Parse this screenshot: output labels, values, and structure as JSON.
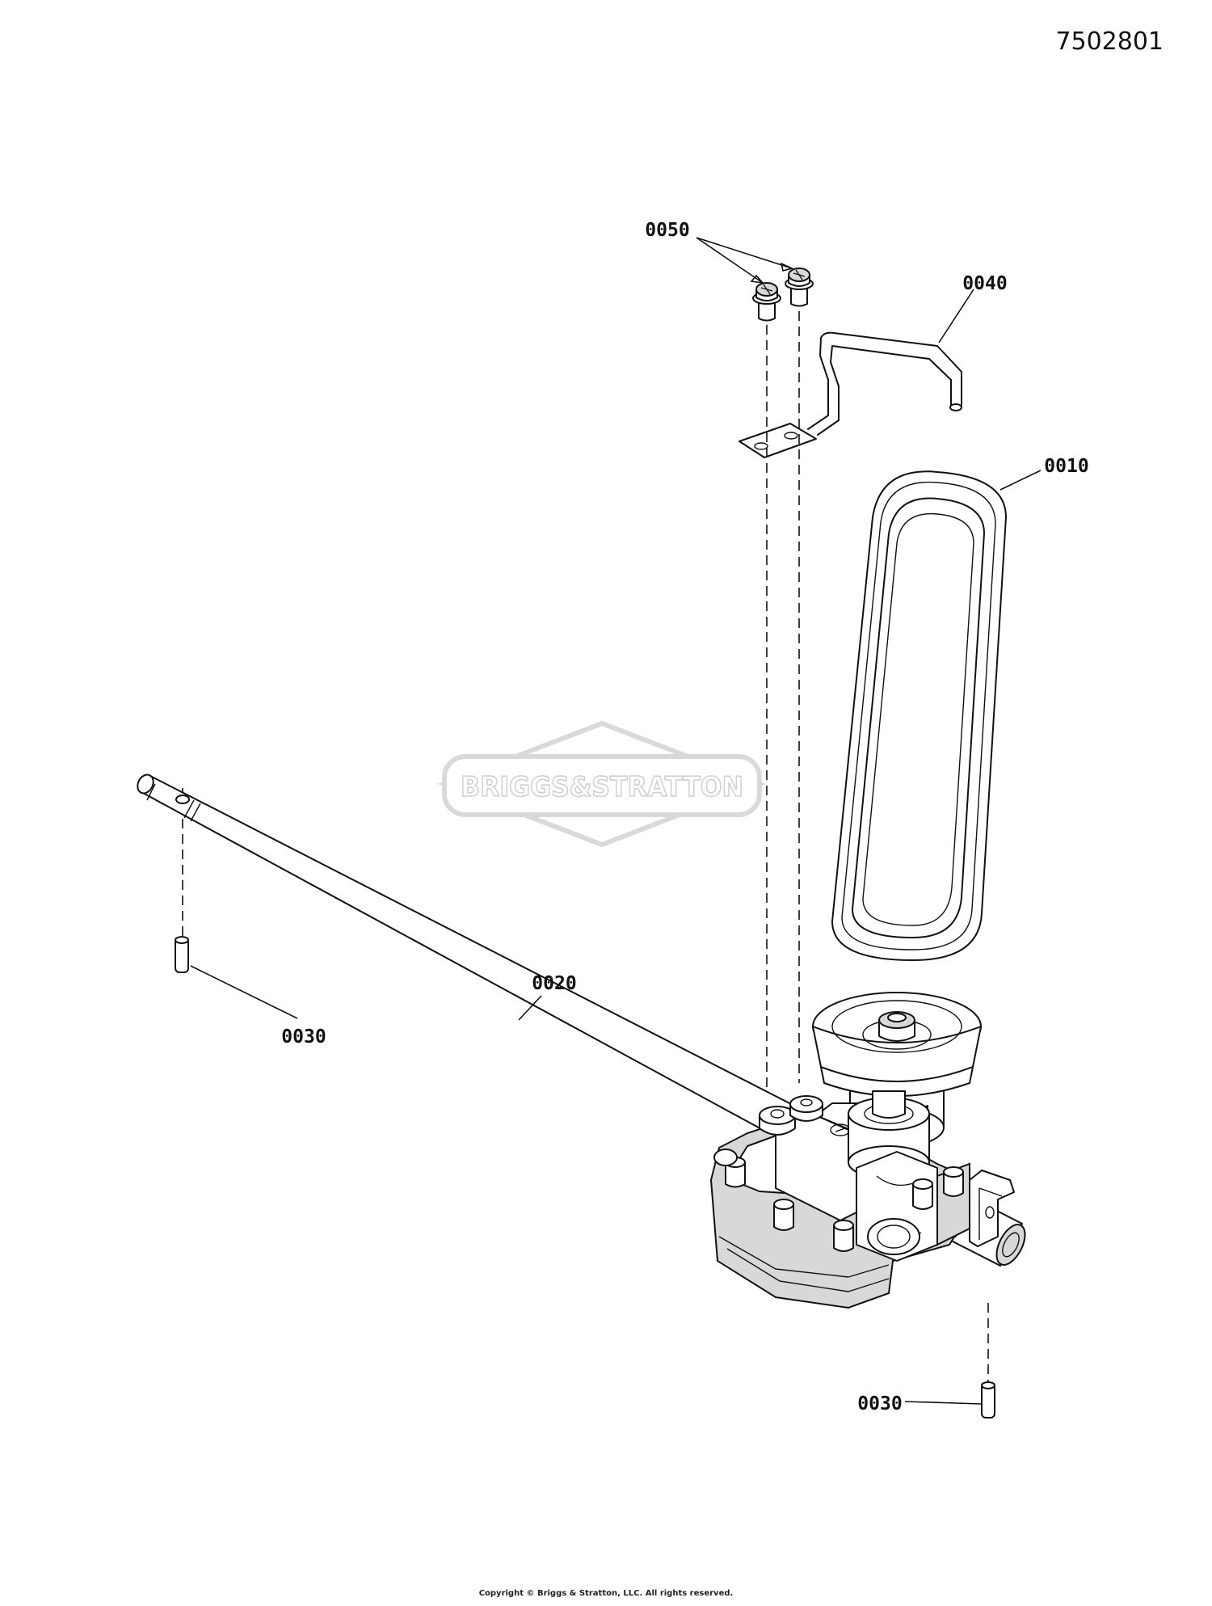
{
  "document": {
    "number": "7502801",
    "copyright": "Copyright © Briggs & Stratton, LLC. All rights reserved."
  },
  "watermark": {
    "brand_text": "BRIGGS&STRATTON"
  },
  "callouts": [
    {
      "id": "0050",
      "label": "0050"
    },
    {
      "id": "0040",
      "label": "0040"
    },
    {
      "id": "0010",
      "label": "0010"
    },
    {
      "id": "0020",
      "label": "0020"
    },
    {
      "id": "0030-left",
      "label": "0030"
    },
    {
      "id": "0030-right",
      "label": "0030"
    }
  ],
  "parts": [
    {
      "callout": "0010",
      "icon": "drive-belt-icon"
    },
    {
      "callout": "0020",
      "icon": "axle-shaft-icon"
    },
    {
      "callout": "0030",
      "icon": "roll-pin-icon"
    },
    {
      "callout": "0040",
      "icon": "belt-guide-bracket-icon"
    },
    {
      "callout": "0050",
      "icon": "flange-screw-icon"
    },
    {
      "callout": "",
      "icon": "transmission-gearbox-icon"
    },
    {
      "callout": "",
      "icon": "pulley-icon"
    }
  ],
  "colors": {
    "line": "#111111",
    "fill": "#ffffff",
    "shade": "#d8d8d8",
    "watermark": "#d9d9d9"
  }
}
